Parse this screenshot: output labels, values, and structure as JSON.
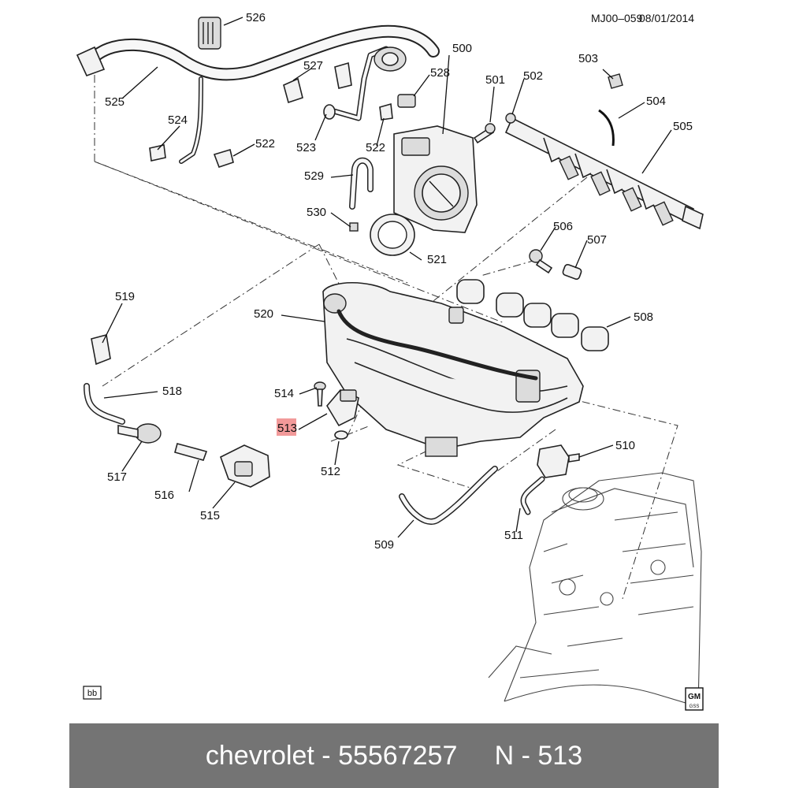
{
  "header": {
    "doc_id": "MJ00–059",
    "date": "08/01/2014"
  },
  "corner": {
    "left_tag": "bb",
    "logo_top": "GM",
    "logo_bottom": "GSS"
  },
  "highlight": {
    "color": "#f29a9a",
    "part": "513"
  },
  "labels": {
    "p500": "500",
    "p501": "501",
    "p502": "502",
    "p503": "503",
    "p504": "504",
    "p505": "505",
    "p506": "506",
    "p507": "507",
    "p508": "508",
    "p509": "509",
    "p510": "510",
    "p511": "511",
    "p512": "512",
    "p513": "513",
    "p514": "514",
    "p515": "515",
    "p516": "516",
    "p517": "517",
    "p518": "518",
    "p519": "519",
    "p520": "520",
    "p521": "521",
    "p522a": "522",
    "p522b": "522",
    "p523": "523",
    "p524": "524",
    "p525": "525",
    "p526": "526",
    "p527": "527",
    "p528": "528",
    "p529": "529",
    "p530": "530"
  },
  "footer": {
    "brand": "chevrolet",
    "sep1": " - ",
    "part_number": "55567257",
    "gap": "     ",
    "ref_prefix": "N",
    "sep2": " - ",
    "ref_value": "513"
  }
}
